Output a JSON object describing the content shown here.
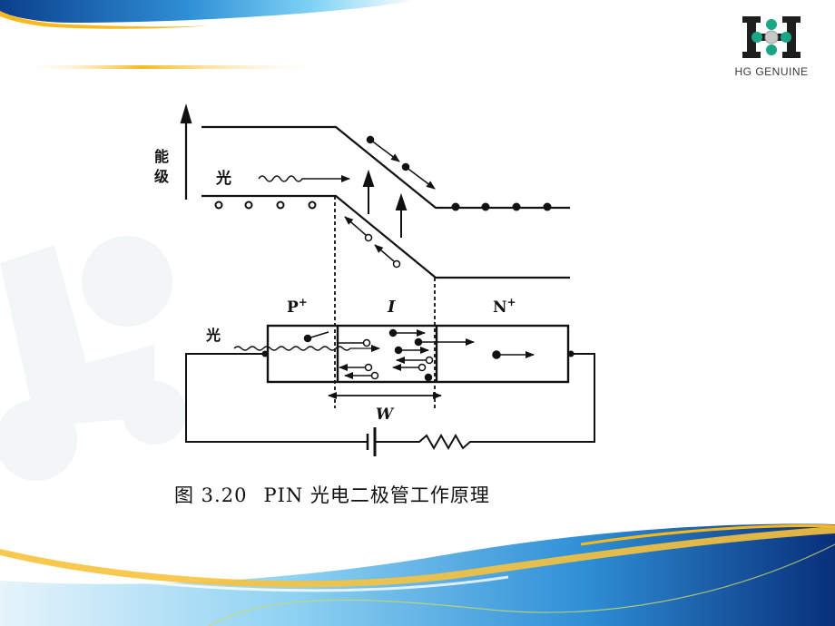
{
  "slide": {
    "logo": {
      "text": "HG GENUINE",
      "colors": {
        "dark": "#1e1e1e",
        "teal": "#1aa584",
        "silver": "#c8c8c8"
      }
    },
    "colors": {
      "top_band_dark": "#0b3f8c",
      "top_band_light": "#5cc6f0",
      "gold": "#f7b91c",
      "bottom_band_dark": "#0a3a8a",
      "bottom_band_light": "#6fc8ef"
    }
  },
  "diagram": {
    "energy_axis_label": "能级",
    "light_label_band": "光",
    "light_label_device": "光",
    "region_labels": {
      "p": "P",
      "p_sup": "+",
      "i": "I",
      "n": "N",
      "n_sup": "+"
    },
    "width_label": "W",
    "components": [
      "battery",
      "resistor"
    ]
  },
  "caption": {
    "figure_number": "图 3.20",
    "title": "PIN 光电二极管工作原理"
  }
}
